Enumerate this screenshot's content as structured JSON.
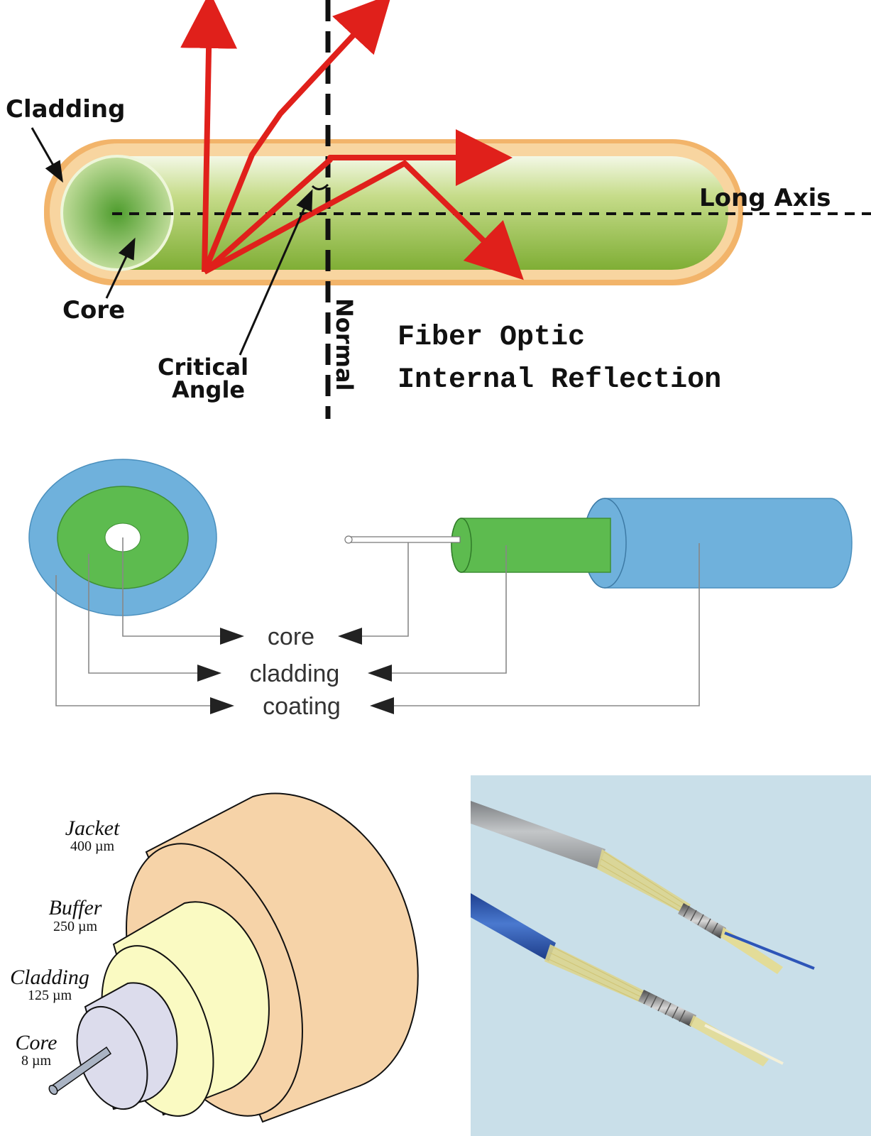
{
  "reflection_diagram": {
    "cladding_label": "Cladding",
    "core_label": "Core",
    "long_axis_label": "Long Axis",
    "normal_label": "Normal",
    "critical_angle_line1": "Critical",
    "critical_angle_line2": "Angle",
    "caption_line1": "Fiber Optic",
    "caption_line2": "Internal Reflection"
  },
  "layers_diagram": {
    "core_label": "core",
    "cladding_label": "cladding",
    "coating_label": "coating"
  },
  "cross_section_diagram": {
    "jacket_label": "Jacket",
    "jacket_size": "400 µm",
    "buffer_label": "Buffer",
    "buffer_size": "250 µm",
    "cladding_label": "Cladding",
    "cladding_size": "125 µm",
    "core_label": "Core",
    "core_size": "8 µm"
  },
  "colors": {
    "ray_red": "#e0201b",
    "fiber_green": "#8cbf3f",
    "cladding_orange": "#f2b46a",
    "layer_green": "#5dbb4f",
    "layer_blue": "#6fb1dc",
    "jacket_peach": "#f6d3a8",
    "buffer_yellow": "#fafac2",
    "cladding_lilac": "#dcdcec",
    "photo_bg": "#c9dfe9"
  }
}
